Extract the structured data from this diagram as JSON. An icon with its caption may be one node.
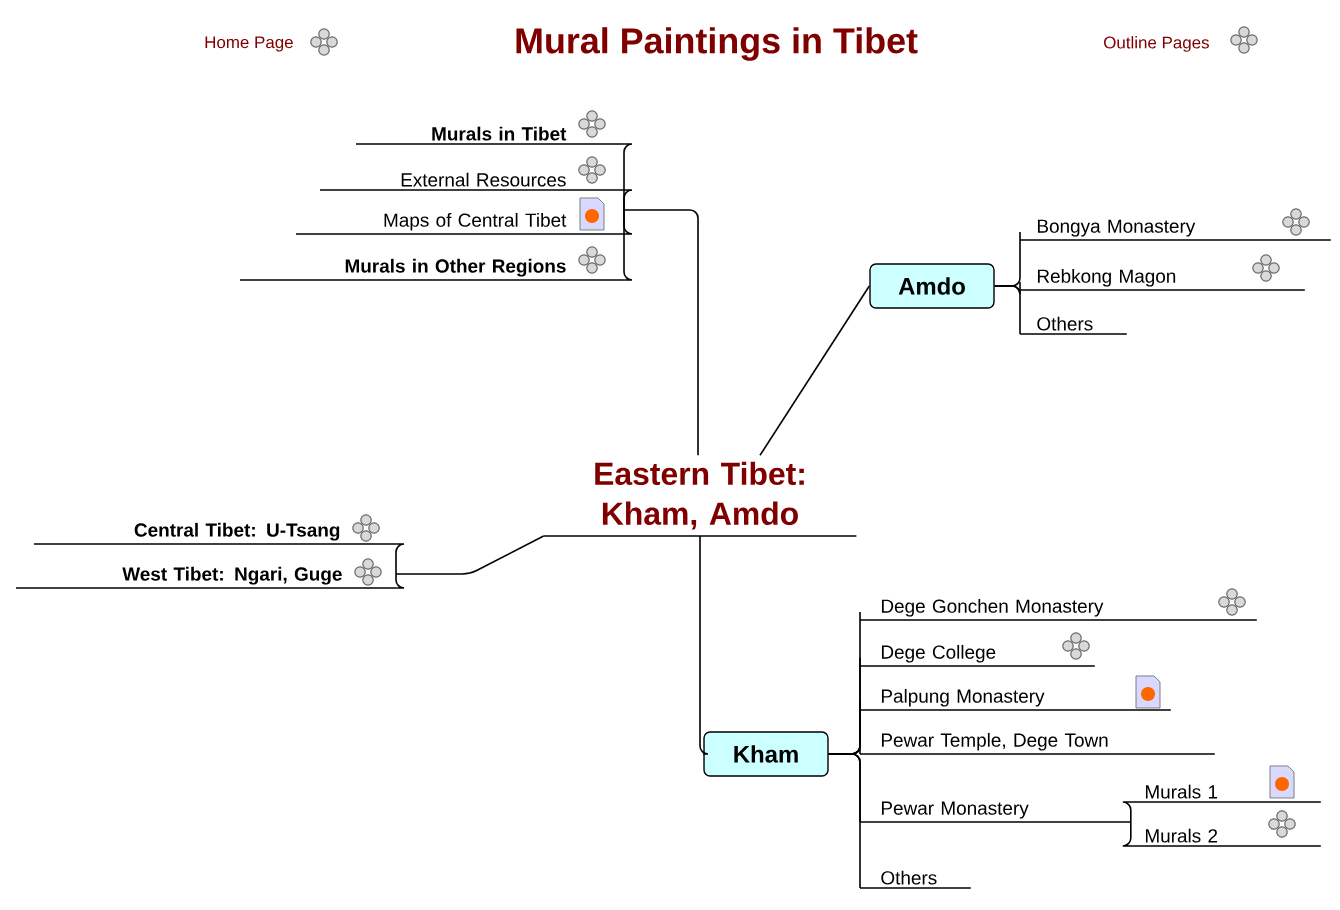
{
  "diagram": {
    "title": "Mural Paintings in Tibet",
    "nodes": [
      {
        "text": [
          "Eastern Tibet: Kham, Amdo"
        ]
      },
      {
        "text": [
          "Murals in Tibet"
        ]
      },
      {
        "text": [
          "External Resources"
        ]
      },
      {
        "text": [
          "Maps of Central Tibet"
        ]
      },
      {
        "text": [
          "Murals in Other Regions"
        ]
      },
      {
        "text": [
          "Amdo"
        ]
      },
      {
        "text": [
          "Bongya Monastery"
        ]
      },
      {
        "text": [
          "Rebkong Magon"
        ]
      },
      {
        "text": [
          "Others"
        ]
      },
      {
        "text": [
          "Central Tibet: U-Tsang"
        ]
      },
      {
        "text": [
          "West Tibet: Ngari, Guge"
        ]
      },
      {
        "text": [
          "Kham"
        ]
      },
      {
        "text": [
          "Dege Gonchen Monastery"
        ]
      },
      {
        "text": [
          "Dege College"
        ]
      },
      {
        "text": [
          "Palpung Monastery"
        ]
      },
      {
        "text": [
          "Pewar Temple, Dege Town"
        ]
      },
      {
        "text": [
          "Pewar Monastery"
        ]
      },
      {
        "text": [
          "Murals 1"
        ]
      },
      {
        "text": [
          "Murals 2"
        ]
      },
      {
        "text": [
          "Others"
        ]
      }
    ],
    "edges": [
      {
        "from": 0,
        "to": 1,
        "arrow": "none"
      },
      {
        "from": 0,
        "to": 2,
        "arrow": "none"
      },
      {
        "from": 0,
        "to": 3,
        "arrow": "none"
      },
      {
        "from": 0,
        "to": 4,
        "arrow": "none"
      },
      {
        "from": 0,
        "to": 5,
        "arrow": "none"
      },
      {
        "from": 5,
        "to": 6,
        "arrow": "none"
      },
      {
        "from": 5,
        "to": 7,
        "arrow": "none"
      },
      {
        "from": 5,
        "to": 8,
        "arrow": "none"
      },
      {
        "from": 0,
        "to": 9,
        "arrow": "none"
      },
      {
        "from": 0,
        "to": 10,
        "arrow": "none"
      },
      {
        "from": 0,
        "to": 11,
        "arrow": "none"
      },
      {
        "from": 11,
        "to": 12,
        "arrow": "none"
      },
      {
        "from": 11,
        "to": 13,
        "arrow": "none"
      },
      {
        "from": 11,
        "to": 14,
        "arrow": "none"
      },
      {
        "from": 11,
        "to": 15,
        "arrow": "none"
      },
      {
        "from": 11,
        "to": 16,
        "arrow": "none"
      },
      {
        "from": 16,
        "to": 17,
        "arrow": "none"
      },
      {
        "from": 16,
        "to": 18,
        "arrow": "none"
      },
      {
        "from": 11,
        "to": 19,
        "arrow": "none"
      }
    ],
    "labels": [
      "Home Page",
      "Outline Pages"
    ]
  }
}
